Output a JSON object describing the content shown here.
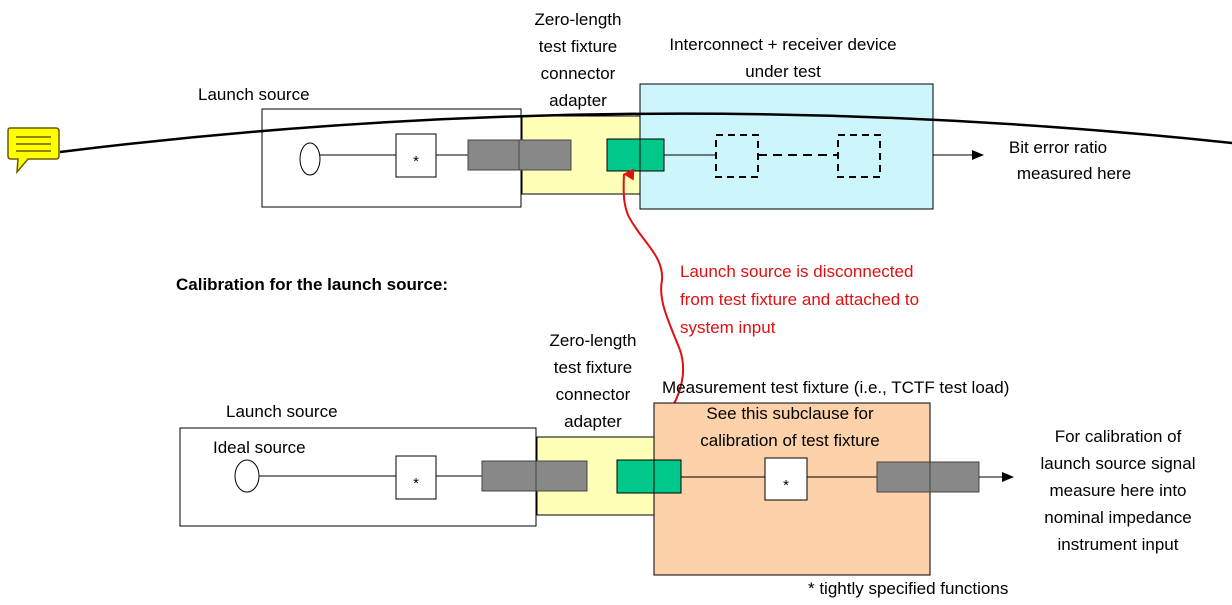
{
  "top": {
    "launch_source_label": "Launch source",
    "adapter_label": [
      "Zero-length",
      "test fixture",
      "connector",
      "adapter"
    ],
    "dut_label": [
      "Interconnect + receiver device",
      "under test"
    ],
    "star": "*",
    "ber_label": [
      "Bit error ratio",
      "measured here"
    ]
  },
  "calibration_heading": "Calibration for the launch source:",
  "note": [
    "Launch source is disconnected",
    "from test fixture and attached to",
    "system input"
  ],
  "bottom": {
    "launch_source_label": "Launch source",
    "ideal_source_label": "Ideal source",
    "adapter_label": [
      "Zero-length",
      "test fixture",
      "connector",
      "adapter"
    ],
    "fixture_label": "Measurement test fixture (i.e., TCTF test load)",
    "fixture_desc": [
      "See this subclause for",
      "calibration of test fixture"
    ],
    "star_1": "*",
    "star_2": "*",
    "measure_label": [
      "For calibration of",
      "launch source signal",
      "measure here into",
      "nominal impedance",
      "instrument input"
    ]
  },
  "footnote": "* tightly specified functions",
  "icons": {
    "comment": "speech-bubble-icon"
  },
  "colors": {
    "adapter_fill": "#ffffb8",
    "dut_fill": "#ccf6fb",
    "fixture_fill": "#fdd1a9",
    "connector_gray": "#888888",
    "connector_green": "#00c78a",
    "note_red": "#e01010",
    "comment_yellow": "#ffff00"
  }
}
